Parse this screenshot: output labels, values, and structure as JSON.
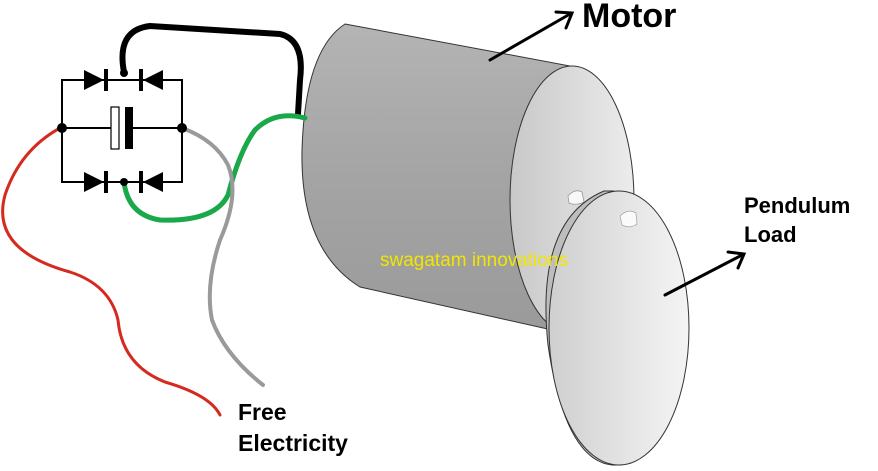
{
  "labels": {
    "motor": "Motor",
    "pendulum": "Pendulum",
    "load": "Load",
    "free": "Free",
    "electricity": "Electricity"
  },
  "watermark": "swagatam innovations",
  "colors": {
    "wire_black": "#000000",
    "wire_green": "#1aa84a",
    "wire_red": "#d42a1f",
    "wire_gray": "#9a9a9a",
    "motor_body": "#a8a8a8",
    "motor_face": "#d8d8d8",
    "pendulum_disc": "#dcdcdc",
    "watermark": "#f2e600"
  }
}
